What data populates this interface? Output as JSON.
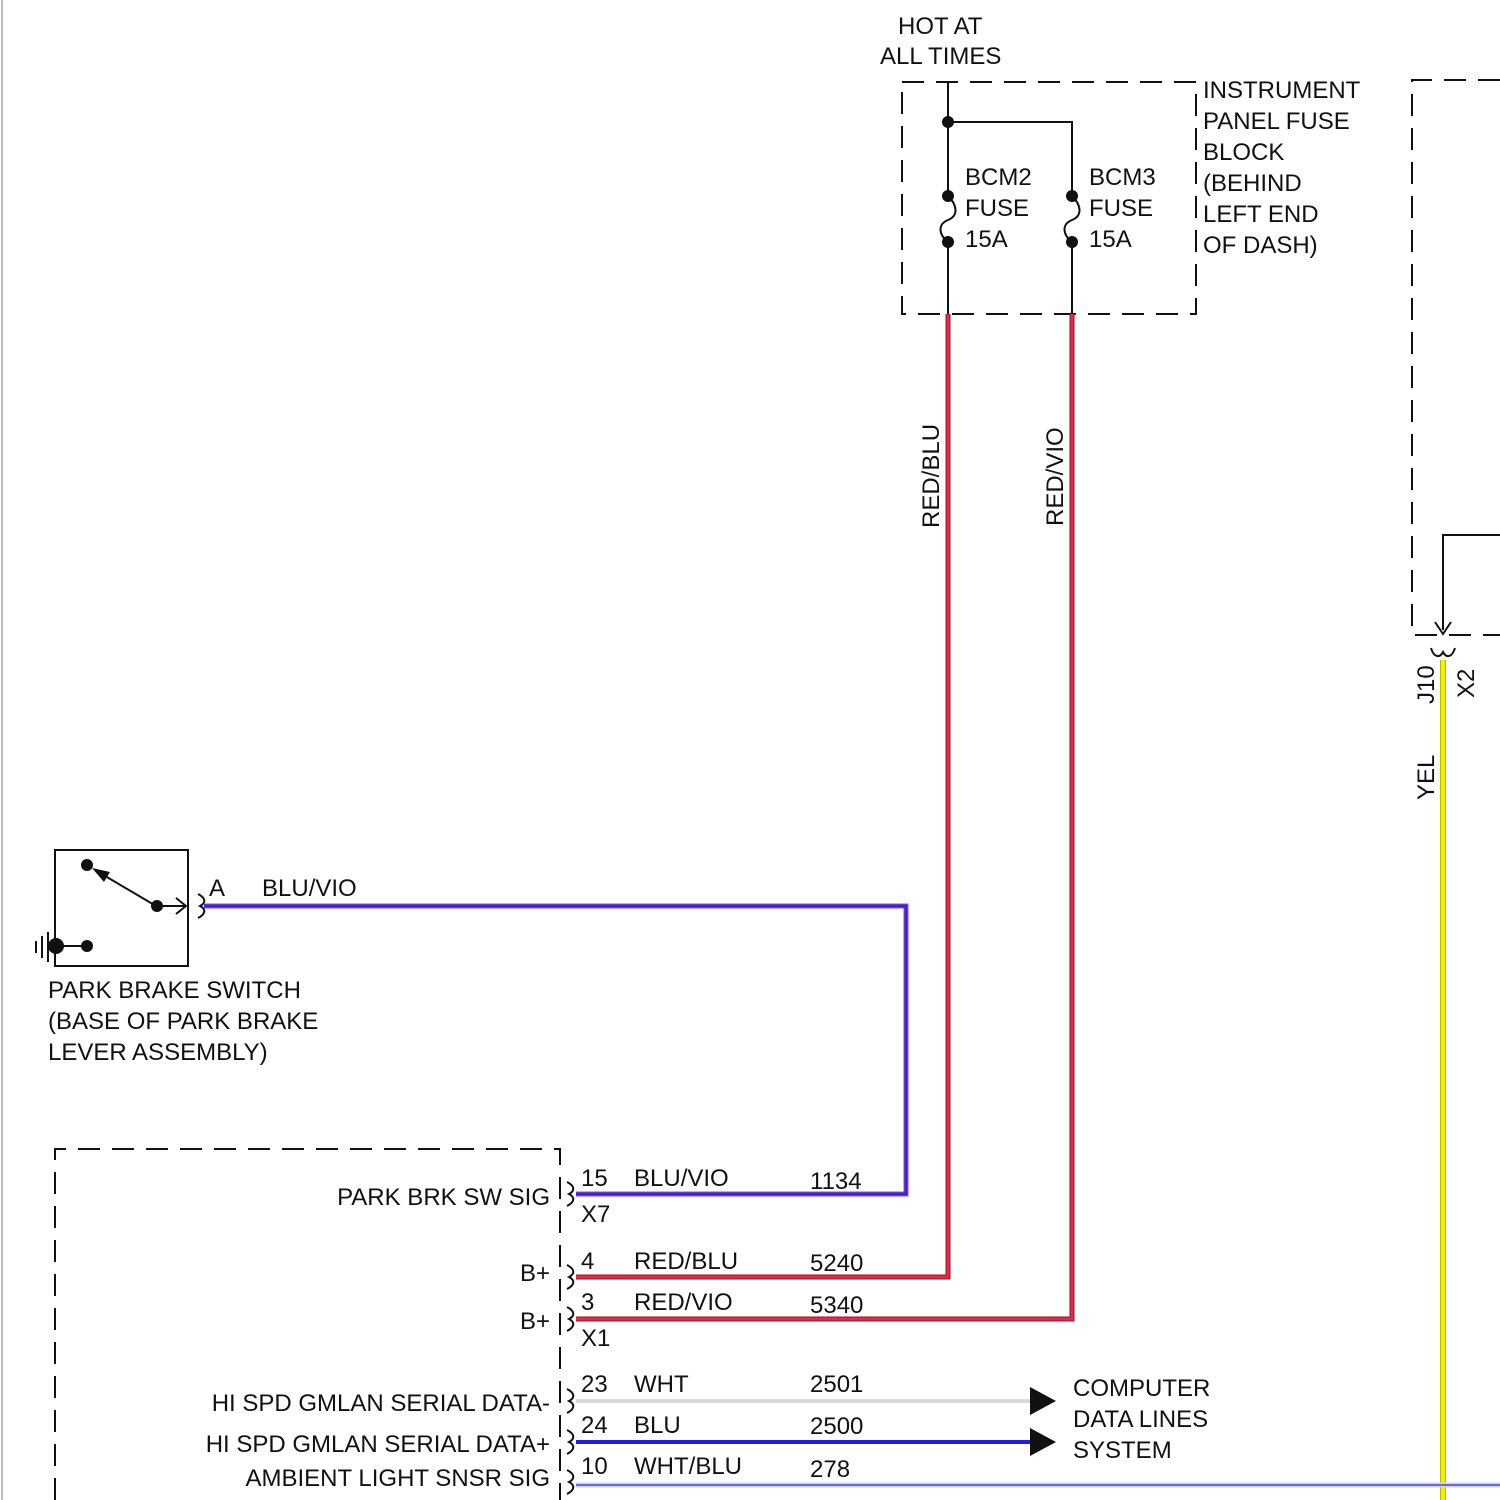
{
  "fuse_block": {
    "hot_label_line1": "HOT AT",
    "hot_label_line2": "ALL TIMES",
    "name_lines": [
      "INSTRUMENT",
      "PANEL FUSE",
      "BLOCK",
      "(BEHIND",
      "LEFT END",
      "OF DASH)"
    ],
    "fuses": [
      {
        "line1": "BCM2",
        "line2": "FUSE",
        "line3": "15A"
      },
      {
        "line1": "BCM3",
        "line2": "FUSE",
        "line3": "15A"
      }
    ]
  },
  "park_brake_switch": {
    "name_lines": [
      "PARK BRAKE SWITCH",
      "(BASE OF PARK BRAKE",
      "LEVER ASSEMBLY)"
    ],
    "pin": "A",
    "wire_color": "BLU/VIO"
  },
  "riser_wires": [
    {
      "label": "RED/BLU"
    },
    {
      "label": "RED/VIO"
    }
  ],
  "right_module": {
    "pins": [
      {
        "pin": "J10",
        "wire_color": "YEL"
      },
      {
        "pin": "X2"
      }
    ]
  },
  "bcm_circuits": [
    {
      "signal": "PARK BRK SW SIG",
      "pin": "15",
      "wire_color": "BLU/VIO",
      "circuit": "1134",
      "connector": "X7",
      "stroke": "#2a2ad8"
    },
    {
      "signal": "B+",
      "pin": "4",
      "wire_color": "RED/BLU",
      "circuit": "5240",
      "stroke": "#e8284a"
    },
    {
      "signal": "B+",
      "pin": "3",
      "wire_color": "RED/VIO",
      "circuit": "5340",
      "connector": "X1",
      "stroke": "#e8284a"
    },
    {
      "signal": "HI SPD GMLAN SERIAL DATA-",
      "pin": "23",
      "wire_color": "WHT",
      "circuit": "2501",
      "stroke": "#d8d8d8"
    },
    {
      "signal": "HI SPD GMLAN SERIAL DATA+",
      "pin": "24",
      "wire_color": "BLU",
      "circuit": "2500",
      "stroke": "#1e1ee0"
    },
    {
      "signal": "AMBIENT LIGHT SNSR SIG",
      "pin": "10",
      "wire_color": "WHT/BLU",
      "circuit": "278",
      "stroke": "#6a6ad8"
    }
  ],
  "data_lines_ref": {
    "lines": [
      "COMPUTER",
      "DATA LINES",
      "SYSTEM"
    ]
  },
  "colors": {
    "red": "#e8284a",
    "blue": "#2a2ad8",
    "purple_edge": "#c040c0",
    "yellow": "#f2f200",
    "white_wire": "#d8d8d8"
  }
}
